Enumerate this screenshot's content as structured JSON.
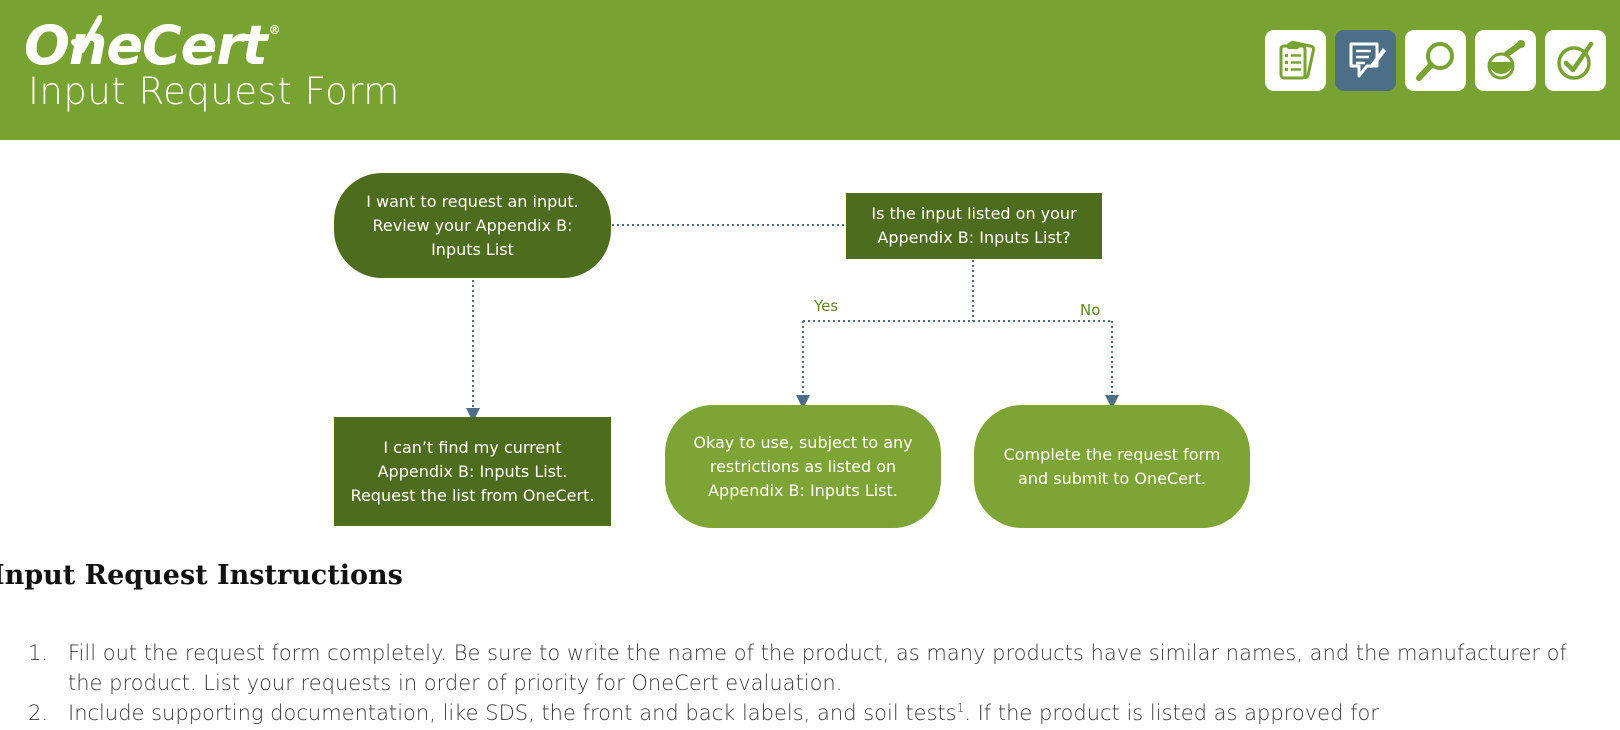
{
  "header": {
    "logo_text": "OneCert",
    "logo_mark": "®",
    "form_title": "Input Request Form",
    "icons": [
      {
        "name": "clipboard-list-icon",
        "active": false
      },
      {
        "name": "edit-document-icon",
        "active": true
      },
      {
        "name": "magnifier-icon",
        "active": false
      },
      {
        "name": "flask-stamp-icon",
        "active": false
      },
      {
        "name": "check-circle-icon",
        "active": false
      }
    ]
  },
  "colors": {
    "header_green": "#78a232",
    "dark_green": "#4e6c1e",
    "light_green": "#7ea436",
    "active_icon_blue": "#4c6e86",
    "connector": "#4c6e86"
  },
  "flowchart": {
    "start": "I want to request an input. Review your Appendix B: Inputs List",
    "question": "Is the input listed on your Appendix B: Inputs List?",
    "cant_find": "I can’t find my current Appendix B: Inputs List. Request the list from OneCert.",
    "yes_label": "Yes",
    "no_label": "No",
    "yes_result": "Okay to use, subject to any restrictions as listed on Appendix B: Inputs List.",
    "no_result": "Complete the request form and submit to OneCert."
  },
  "instructions": {
    "heading": "Input Request Instructions",
    "items": [
      {
        "num": "1.",
        "text": "Fill out the request form completely. Be sure to write the name of the product, as many products have similar names, and the manufacturer of the product. List your requests in order of priority for OneCert evaluation."
      },
      {
        "num": "2.",
        "text_before": "Include supporting documentation, like SDS, the front and back labels, and soil tests",
        "footnote": "1",
        "text_after": ". If the product is listed as approved for"
      }
    ]
  }
}
